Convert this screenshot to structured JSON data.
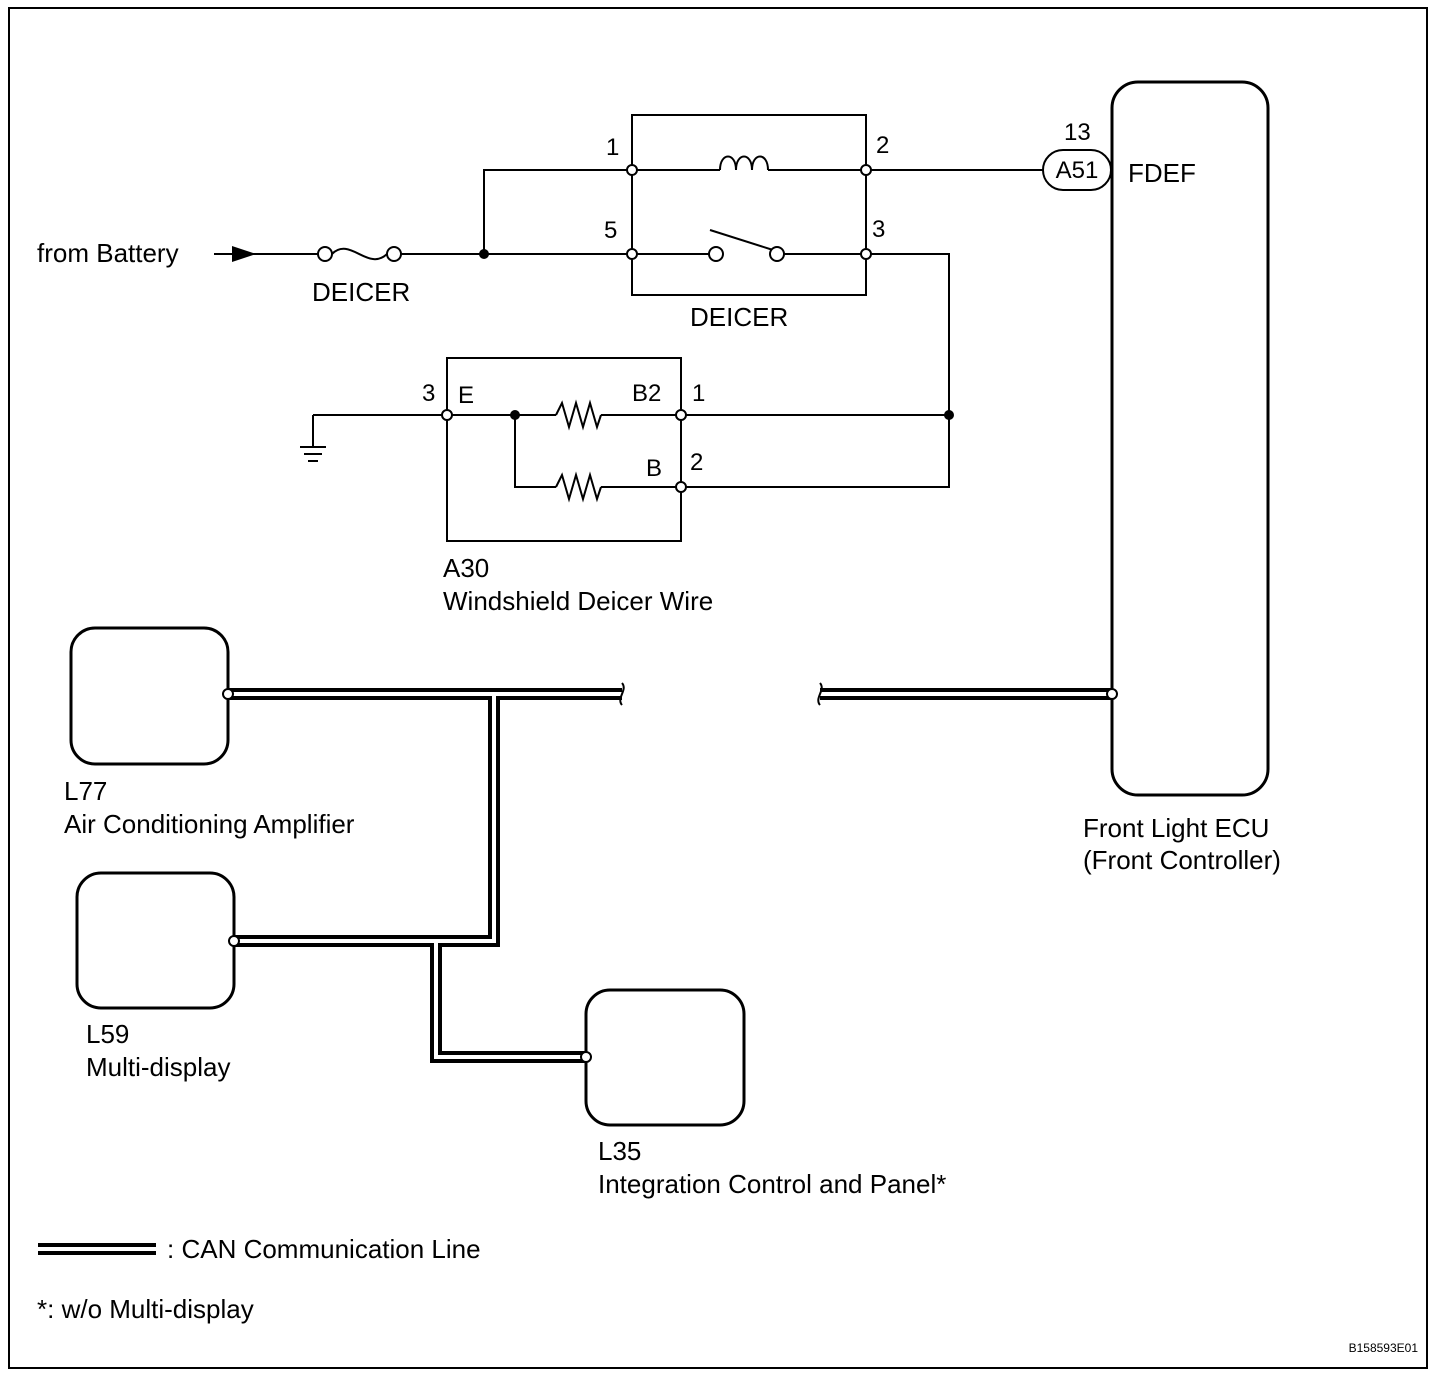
{
  "battery": {
    "label": "from Battery"
  },
  "fuse": {
    "label": "DEICER"
  },
  "relay": {
    "label": "DEICER",
    "pins": {
      "p1": "1",
      "p2": "2",
      "p3": "3",
      "p5": "5"
    }
  },
  "ecu": {
    "signal": "FDEF",
    "connector": "A51",
    "pin": "13",
    "name_line1": "Front Light ECU",
    "name_line2": "(Front Controller)"
  },
  "deicer_wire": {
    "code": "A30",
    "name": "Windshield Deicer Wire",
    "pin_e_num": "3",
    "pin_e": "E",
    "pin_b2": "B2",
    "pin_b2_num": "1",
    "pin_b": "B",
    "pin_b_num": "2"
  },
  "ac_amp": {
    "code": "L77",
    "name": "Air Conditioning Amplifier"
  },
  "multi_display": {
    "code": "L59",
    "name": "Multi-display"
  },
  "integration": {
    "code": "L35",
    "name": "Integration Control and Panel*"
  },
  "legend": {
    "can_line": ": CAN Communication Line",
    "footnote": "*: w/o Multi-display"
  },
  "figure_id": "B158593E01"
}
